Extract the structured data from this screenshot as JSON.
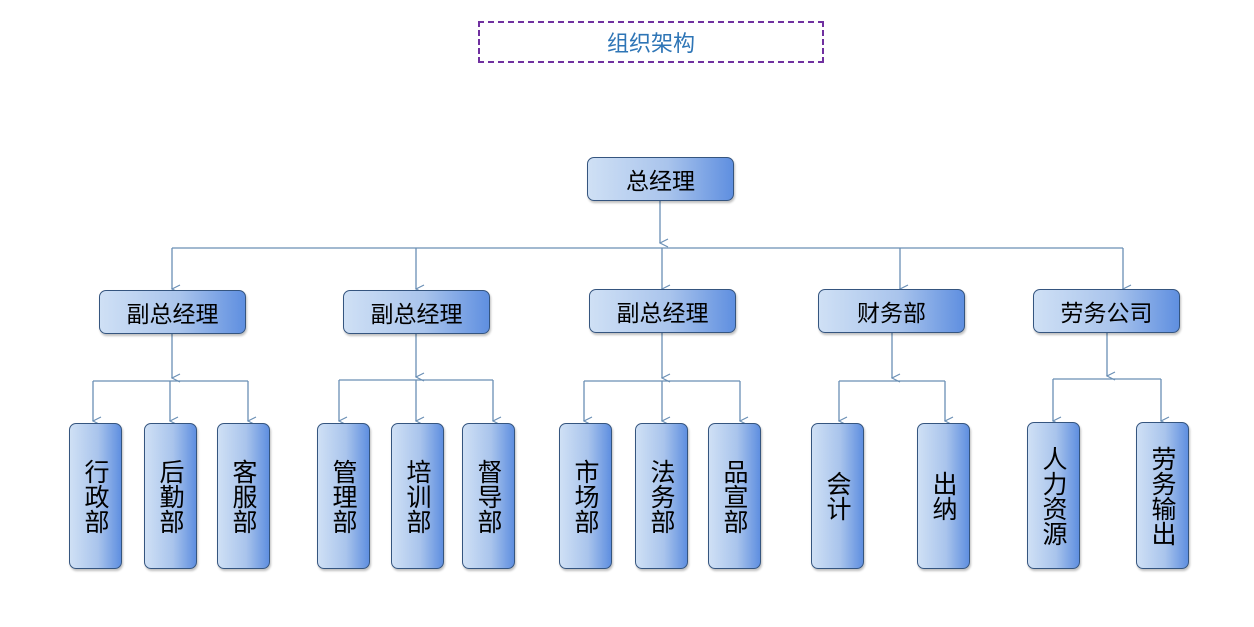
{
  "title": "组织架构",
  "root": "总经理",
  "level1": [
    "副总经理",
    "副总经理",
    "副总经理",
    "财务部",
    "劳务公司"
  ],
  "level2": [
    [
      "行政部",
      "后勤部",
      "客服部"
    ],
    [
      "管理部",
      "培训部",
      "督导部"
    ],
    [
      "市场部",
      "法务部",
      "品宣部"
    ],
    [
      "会计",
      "出纳"
    ],
    [
      "人力资源",
      "劳务输出"
    ]
  ],
  "colors": {
    "title_border": "#7030a0",
    "title_text": "#2e75b6",
    "connector": "#6a8fb5",
    "node_border": "#35557f",
    "node_fill_light": "#cfe0f5",
    "node_fill_dark": "#5f8fe0"
  }
}
